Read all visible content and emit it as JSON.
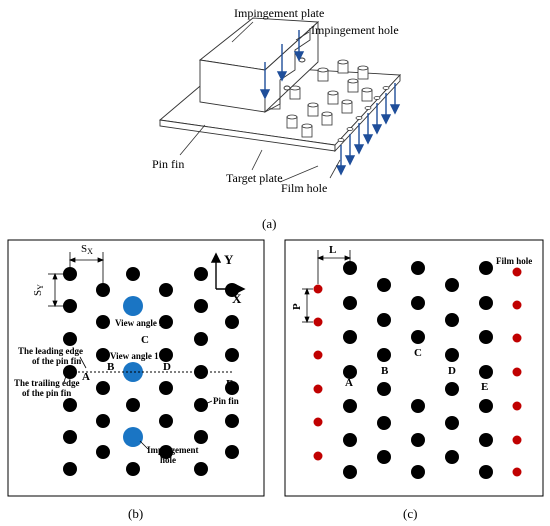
{
  "panel_a": {
    "labels": {
      "impingement_plate": "Impingement plate",
      "impingement_hole": "Impingement hole",
      "pin_fin": "Pin fin",
      "target_plate": "Target plate",
      "film_hole": "Film hole"
    },
    "caption": "(a)"
  },
  "panel_b": {
    "caption": "(b)",
    "labels": {
      "sx": "S",
      "sx_sub": "X",
      "sy": "S",
      "sy_sub": "Y",
      "axis_y": "Y",
      "axis_x": "X",
      "view_angle_2": "View angle 2",
      "view_angle_1": "View angle 1",
      "leading_edge_1": "The leading edge",
      "leading_edge_2": "of the pin fin",
      "trailing_edge_1": "The trailing edge",
      "trailing_edge_2": "of the pin fin",
      "point_a": "A",
      "point_b": "B",
      "point_c": "C",
      "point_d": "D",
      "point_e": "E",
      "pin_fin": "Pin fin",
      "impingement_1": "Impingement",
      "impingement_2": "hole"
    },
    "colors": {
      "pin_fin": "#000000",
      "impingement_hole": "#1a75c4"
    }
  },
  "panel_c": {
    "caption": "(c)",
    "labels": {
      "l": "L",
      "p": "P",
      "film_hole": "Film hole",
      "point_a": "A",
      "point_b": "B",
      "point_c": "C",
      "point_d": "D",
      "point_e": "E"
    },
    "colors": {
      "pin_fin": "#000000",
      "film_hole": "#c00000"
    }
  }
}
